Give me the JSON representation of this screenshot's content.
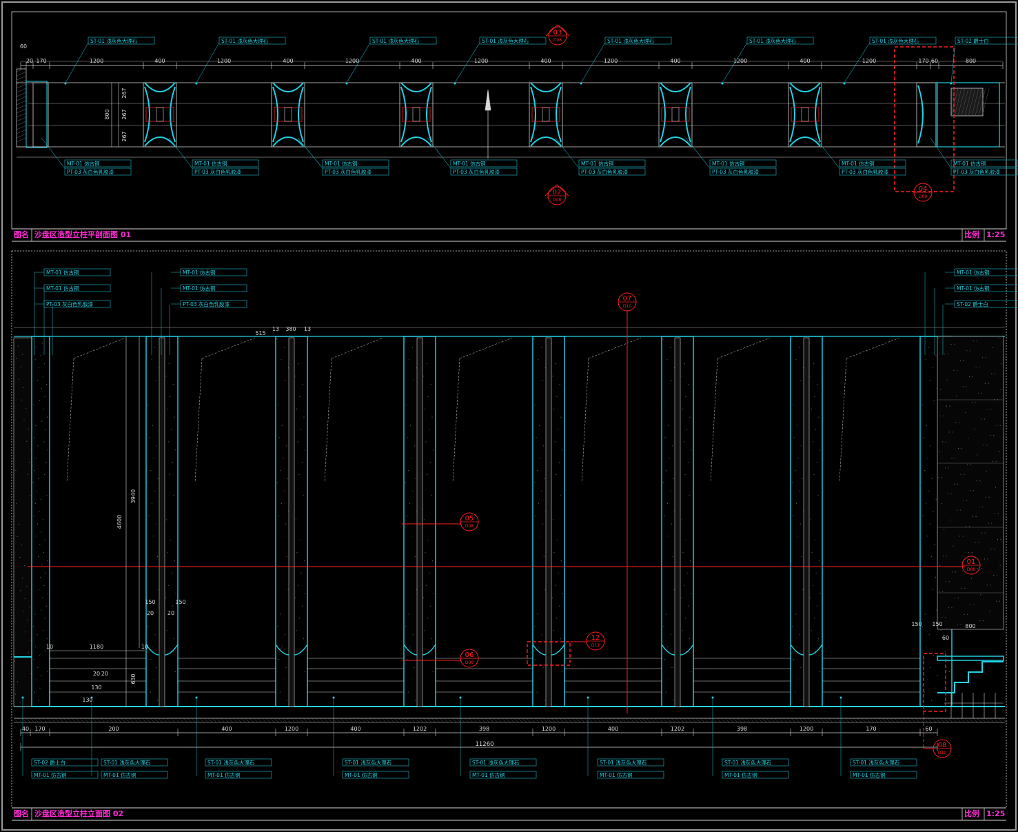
{
  "colors": {
    "background": "#000000",
    "frame": "#9a9a9a",
    "cyan": "#22d3e6",
    "cyan_dim": "#1aa7b8",
    "red": "#ff2020",
    "magenta": "#ff2bd6",
    "white": "#d8d8d8",
    "grey": "#6a6a6a"
  },
  "plan": {
    "title_label": "图名",
    "title": "沙盘区造型立柱平剖面图 01",
    "scale_label": "比例",
    "scale": "1:25",
    "dims_top": [
      "60",
      "20",
      "170",
      "1200",
      "400",
      "1200",
      "400",
      "1200",
      "400",
      "1200",
      "400",
      "1200",
      "400",
      "1200",
      "400",
      "1200",
      "170",
      "60",
      "800"
    ],
    "dims_side": [
      "267",
      "267",
      "267",
      "800"
    ],
    "top_callouts": [
      "ST-01 浅灰色大理石",
      "ST-01 浅灰色大理石",
      "ST-01 浅灰色大理石",
      "ST-01 浅灰色大理石",
      "ST-01 浅灰色大理石",
      "ST-01 浅灰色大理石",
      "ST-01 浅灰色大理石",
      "ST-02 爵士白"
    ],
    "bottom_callouts": [
      [
        "MT-01 仿古铜",
        "PT-03 灰白色乳胶漆"
      ],
      [
        "MT-01 仿古铜",
        "PT-03 灰白色乳胶漆"
      ],
      [
        "MT-01 仿古铜",
        "PT-03 灰白色乳胶漆"
      ],
      [
        "MT-01 仿古铜",
        "PT-03 灰白色乳胶漆"
      ],
      [
        "MT-01 仿古铜",
        "PT-03 灰白色乳胶漆"
      ],
      [
        "MT-01 仿古铜",
        "PT-03 灰白色乳胶漆"
      ],
      [
        "MT-01 仿古铜",
        "PT-03 灰白色乳胶漆"
      ],
      [
        "MT-01 仿古铜",
        "PT-03 灰白色乳胶漆"
      ]
    ],
    "section_marks": [
      {
        "num": "03",
        "sheet": "D08"
      },
      {
        "num": "02",
        "sheet": "D08"
      },
      {
        "num": "04",
        "sheet": "D09"
      }
    ]
  },
  "elevation": {
    "title_label": "图名",
    "title": "沙盘区造型立柱立面图 02",
    "scale_label": "比例",
    "scale": "1:25",
    "top_callouts": [
      [
        "MT-01 仿古铜",
        "MT-01 仿古铜",
        "PT-03 灰白色乳胶漆"
      ],
      [
        "MT-01 仿古铜",
        "MT-01 仿古铜",
        "PT-03 灰白色乳胶漆"
      ],
      [
        "MT-01 仿古铜",
        "MT-01 仿古铜",
        "ST-02 爵士白"
      ]
    ],
    "bottom_callouts": [
      [
        "ST-02 爵士白",
        "MT-01 仿古铜"
      ],
      [
        "ST-01 浅灰色大理石",
        "MT-01 仿古铜"
      ],
      [
        "ST-01 浅灰色大理石",
        "MT-01 仿古铜"
      ],
      [
        "ST-01 浅灰色大理石",
        "MT-01 仿古铜"
      ],
      [
        "ST-01 浅灰色大理石",
        "MT-01 仿古铜"
      ],
      [
        "ST-01 浅灰色大理石",
        "MT-01 仿古铜"
      ],
      [
        "ST-01 浅灰色大理石",
        "MT-01 仿古铜"
      ],
      [
        "ST-01 浅灰色大理石",
        "MT-01 仿古铜"
      ]
    ],
    "dims_bottom": [
      "40",
      "170",
      "200",
      "400",
      "1200",
      "400",
      "1202",
      "398",
      "1200",
      "400",
      "1202",
      "398",
      "1200",
      "170",
      "60"
    ],
    "dim_total": "11260",
    "dims_vertical": [
      "4600",
      "3940",
      "630"
    ],
    "dims_misc": [
      "13",
      "380",
      "13",
      "515",
      "150",
      "150",
      "20",
      "20",
      "1180",
      "10",
      "10",
      "130",
      "20",
      "20",
      "130",
      "150",
      "60",
      "800",
      "150"
    ],
    "section_marks": [
      {
        "num": "07",
        "sheet": "D10"
      },
      {
        "num": "05",
        "sheet": "D08"
      },
      {
        "num": "06",
        "sheet": "D08"
      },
      {
        "num": "01",
        "sheet": "D08"
      },
      {
        "num": "12",
        "sheet": "D11"
      },
      {
        "num": "08",
        "sheet": "D10"
      }
    ]
  }
}
